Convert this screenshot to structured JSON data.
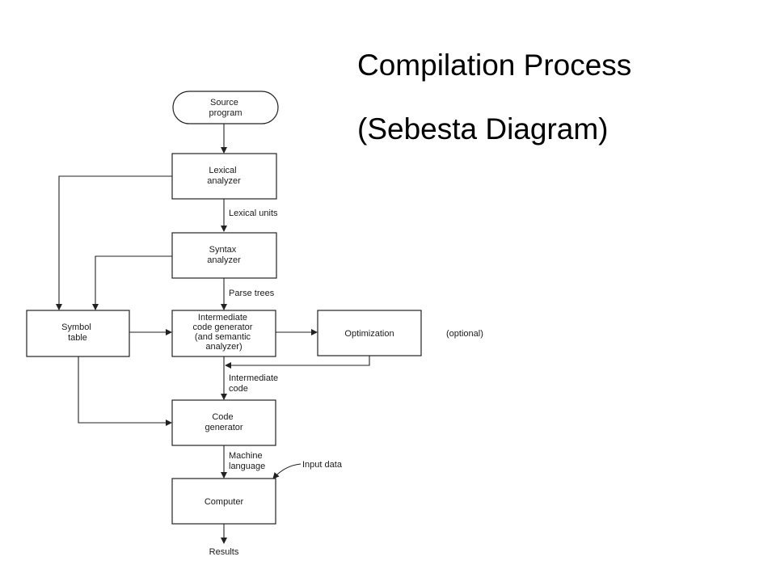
{
  "title": {
    "line1": "Compilation Process",
    "line2": "(Sebesta Diagram)"
  },
  "nodes": {
    "source": [
      "Source",
      "program"
    ],
    "lexical": [
      "Lexical",
      "analyzer"
    ],
    "syntax": [
      "Syntax",
      "analyzer"
    ],
    "symbol": [
      "Symbol",
      "table"
    ],
    "intermediate": [
      "Intermediate",
      "code generator",
      "(and semantic",
      "analyzer)"
    ],
    "optimization": [
      "Optimization"
    ],
    "codegen": [
      "Code",
      "generator"
    ],
    "computer": [
      "Computer"
    ]
  },
  "edge_labels": {
    "lexical_units": [
      "Lexical units"
    ],
    "parse_trees": [
      "Parse trees"
    ],
    "intermediate_code": [
      "Intermediate",
      "code"
    ],
    "machine_language": [
      "Machine",
      "language"
    ],
    "input_data": [
      "Input data"
    ],
    "results": [
      "Results"
    ],
    "optional": [
      "(optional)"
    ]
  }
}
